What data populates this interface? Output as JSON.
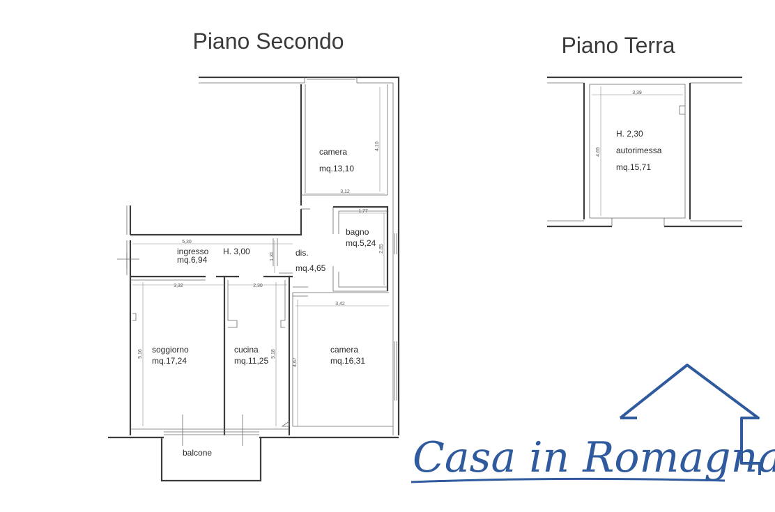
{
  "titles": {
    "second_floor": "Piano Secondo",
    "ground_floor": "Piano Terra"
  },
  "second_floor_rooms": {
    "camera_top": {
      "name": "camera",
      "area": "mq.13,10"
    },
    "bagno": {
      "name": "bagno",
      "area": "mq.5,24"
    },
    "ingresso": {
      "name": "ingresso",
      "height": "H.  3,00",
      "area": "mq.6,94"
    },
    "dis": {
      "name": "dis.",
      "area": "mq.4,65"
    },
    "soggiorno": {
      "name": "soggiorno",
      "area": "mq.17,24"
    },
    "cucina": {
      "name": "cucina",
      "area": "mq.11,25"
    },
    "camera_bottom": {
      "name": "camera",
      "area": "mq.16,31"
    },
    "balcone": {
      "name": "balcone"
    }
  },
  "second_floor_dims": {
    "camera_top_h": "4,10",
    "camera_top_w": "3,12",
    "bagno_w": "1,77",
    "bagno_h": "2,85",
    "ingresso_w": "5,30",
    "dis_h": "1,31",
    "soggiorno_w": "3,32",
    "cucina_w": "2,30",
    "camera_bottom_w": "3,42",
    "soggiorno_h": "5,16",
    "cucina_h": "5,18",
    "camera_bottom_h": "4,67"
  },
  "ground_floor_room": {
    "height": "H.  2,30",
    "name": "autorimessa",
    "area": "mq.15,71",
    "dim_w": "3,39",
    "dim_h": "4,65"
  },
  "logo": {
    "text": "Casa in Romagna",
    "color": "#2f5a9e"
  }
}
